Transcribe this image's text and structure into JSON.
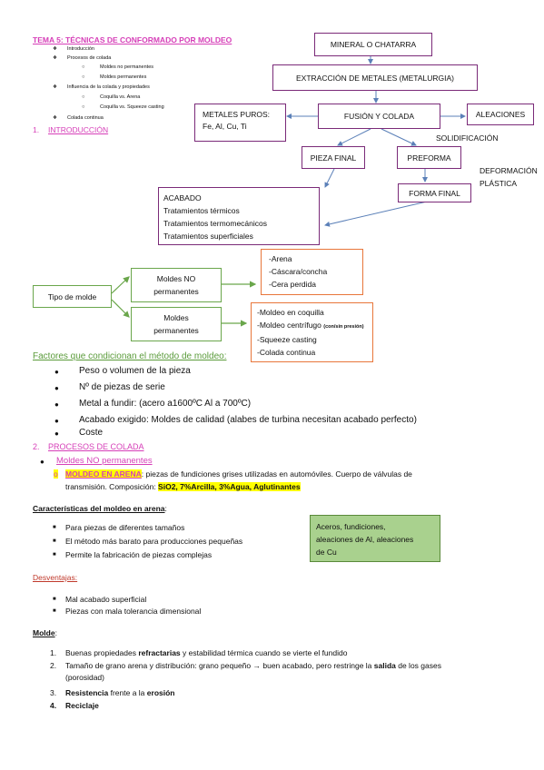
{
  "header": {
    "title": "TEMA 5: TÉCNICAS DE CONFORMADO POR MOLDEO",
    "toc": [
      "Introducción",
      "Procesos de colada",
      "Moldes no permanentes",
      "Moldes permanentes",
      "Influencia de la colada y propiedades",
      "Coquilla vs. Arena",
      "Coquilla vs. Squeeze casting",
      "Colada continua"
    ]
  },
  "section1": {
    "number": "1.",
    "title": "INTRODUCCIÓN"
  },
  "diagram": {
    "mineral": "MINERAL O CHATARRA",
    "extraccion": "EXTRACCIÓN DE METALES (METALURGIA)",
    "fusion": "FUSIÓN Y COLADA",
    "aleaciones": "ALEACIONES",
    "metales_puros_title": "METALES PUROS:",
    "metales_puros_list": "Fe, Al, Cu, Ti",
    "solidificacion": "SOLIDIFICACIÓN",
    "pieza_final": "PIEZA FINAL",
    "preforma": "PREFORMA",
    "deformacion_1": "DEFORMACIÓN",
    "deformacion_2": "PLÁSTICA",
    "forma_final": "FORMA FINAL",
    "acabado": [
      "ACABADO",
      "Tratamientos térmicos",
      "Tratamientos termomecánicos",
      "Tratamientos superficiales"
    ]
  },
  "molds": {
    "tipo": "Tipo de molde",
    "no_perm_1": "Moldes NO",
    "no_perm_2": "permanentes",
    "perm_1": "Moldes",
    "perm_2": "permanentes",
    "no_perm_list": [
      "-Arena",
      "-Cáscara/concha",
      "-Cera perdida"
    ],
    "perm_list": [
      "-Moldeo en coquilla",
      "-Moldeo centrífugo",
      "-Squeeze casting",
      "-Colada continua"
    ],
    "perm_note": "(con/sin presión)"
  },
  "factors": {
    "title": "Factores que condicionan el método de moldeo:",
    "items": [
      "Peso o volumen de la pieza",
      "Nº de piezas de serie",
      "Metal a fundir: (acero a1600ºC Al a 700ºC)",
      "Acabado exigido: Moldes de calidad (alabes de turbina necesitan acabado perfecto)",
      "Coste"
    ]
  },
  "section2": {
    "number": "2.",
    "title": "PROCESOS DE COLADA"
  },
  "moldes_no_perm": "Moldes NO permanentes",
  "arena": {
    "bullet": "o",
    "label": "MOLDEO EN ARENA",
    "text1": ": piezas de fundiciones grises utilizadas en automóviles. Cuerpo de válvulas de",
    "text2": "transmisión. Composición: ",
    "composition": "SiO2, 7%Arcilla, 3%Agua, Aglutinantes"
  },
  "caracteristicas": {
    "title": "Características del moldeo en arena",
    "colon": ":",
    "items": [
      "Para piezas de diferentes tamaños",
      "El método más barato para producciones pequeñas",
      "Permite la fabricación de piezas complejas"
    ],
    "box": [
      "Aceros, fundiciones,",
      "aleaciones de Al, aleaciones",
      "de Cu"
    ]
  },
  "desventajas": {
    "title": "Desventajas:",
    "items": [
      "Mal acabado superficial",
      "Piezas con mala tolerancia dimensional"
    ]
  },
  "molde": {
    "title": "Molde",
    "colon": ":",
    "items": [
      {
        "n": "1.",
        "pre": "Buenas propiedades ",
        "b1": "refractarias",
        "mid": " y estabilidad térmica cuando se vierte el fundido"
      },
      {
        "n": "2.",
        "text1": "Tamaño de grano arena y distribución: grano pequeño → buen acabado, pero restringe la ",
        "b": "salida",
        "text2": " de los gases",
        "text3": "(porosidad)"
      },
      {
        "n": "3.",
        "b": "Resistencia",
        "mid": " frente a la ",
        "b2": "erosión"
      },
      {
        "n": "4.",
        "b": "Reciclaje"
      }
    ]
  },
  "colors": {
    "purple": "#7a2a78",
    "green": "#6aa64b",
    "orange": "#e8763a",
    "magenta": "#d63fb8",
    "highlight": "#ffff00",
    "box_fill": "#a9d18e"
  }
}
